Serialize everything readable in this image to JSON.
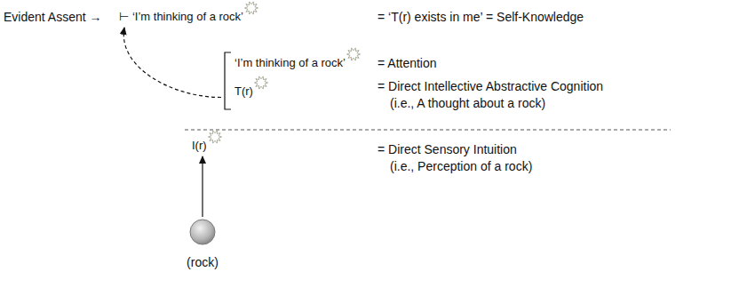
{
  "diagram": {
    "nodes": [
      {
        "text": [
          "⊢ ‘I’m thinking of a rock’"
        ]
      },
      {
        "text": [
          "‘I’m thinking of a rock’",
          "T(r)"
        ]
      },
      {
        "text": [
          "I(r)"
        ]
      },
      {
        "text": [
          "(rock)"
        ]
      }
    ],
    "edges": [
      {
        "from": 1,
        "to": 0,
        "arrow": "to"
      },
      {
        "from": 3,
        "to": 2,
        "arrow": "to"
      }
    ],
    "labels": [
      "Evident Assent →",
      "= ‘T(r) exists in me’ = Self-Knowledge",
      "= Attention",
      "= Direct Intellective Abstractive Cognition",
      "(i.e., A thought about a rock)",
      "= Direct Sensory Intuition",
      "(i.e., Perception of a rock)"
    ]
  }
}
